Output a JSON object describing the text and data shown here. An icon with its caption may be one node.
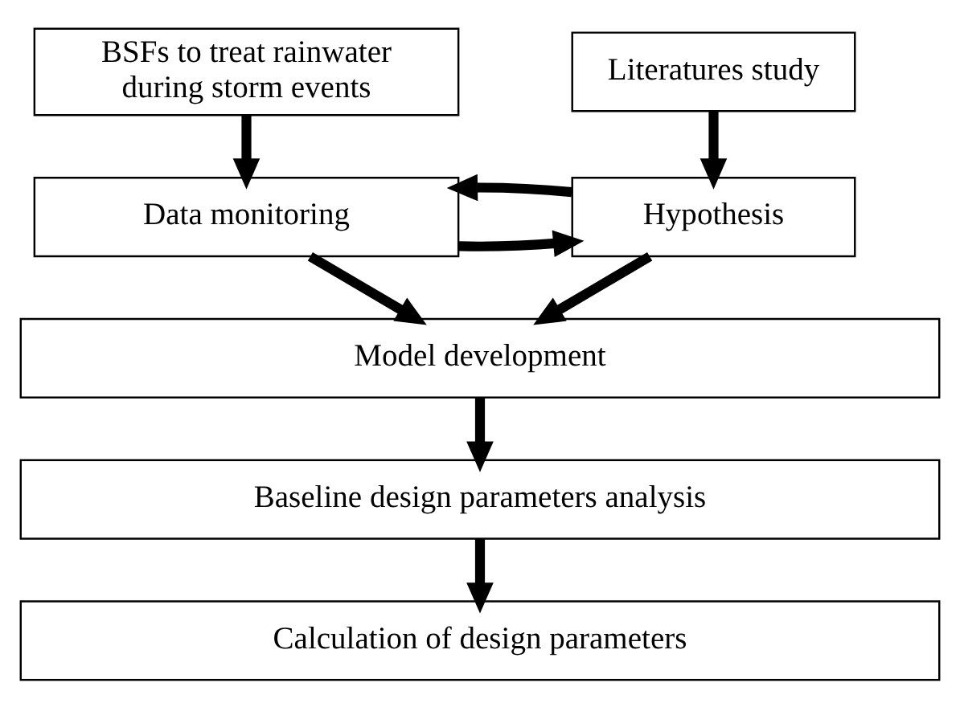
{
  "diagram": {
    "nodes": [
      {
        "text": [
          "BSFs to treat rainwater during storm events"
        ]
      },
      {
        "text": [
          "Literatures study"
        ]
      },
      {
        "text": [
          "Data monitoring"
        ]
      },
      {
        "text": [
          "Hypothesis"
        ]
      },
      {
        "text": [
          "Model development"
        ]
      },
      {
        "text": [
          "Baseline design parameters analysis"
        ]
      },
      {
        "text": [
          "Calculation of design parameters"
        ]
      }
    ],
    "edges": [
      {
        "from": 0,
        "to": 2,
        "arrow": "to"
      },
      {
        "from": 1,
        "to": 3,
        "arrow": "to"
      },
      {
        "from": 2,
        "to": 3,
        "arrow": "to"
      },
      {
        "from": 3,
        "to": 2,
        "arrow": "to"
      },
      {
        "from": 2,
        "to": 4,
        "arrow": "to"
      },
      {
        "from": 3,
        "to": 4,
        "arrow": "to"
      },
      {
        "from": 4,
        "to": 5,
        "arrow": "to"
      },
      {
        "from": 5,
        "to": 6,
        "arrow": "to"
      }
    ]
  }
}
